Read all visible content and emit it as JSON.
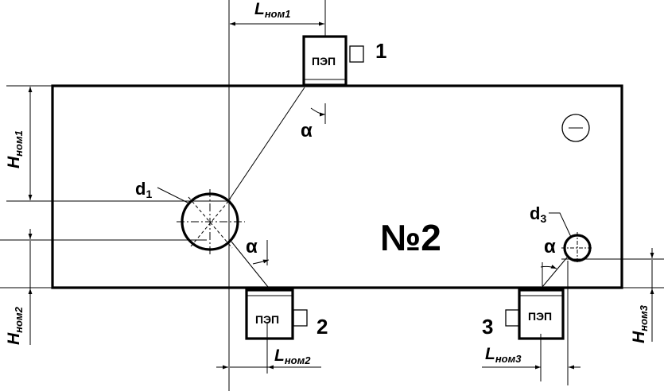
{
  "block_label": "№2",
  "sensor_label": "ПЭП",
  "sensor_numbers": [
    "1",
    "2",
    "3"
  ],
  "angle_symbol": "α",
  "holes": {
    "d1": {
      "base": "d",
      "sub": "1"
    },
    "d3": {
      "base": "d",
      "sub": "3"
    }
  },
  "dimensions": {
    "L1": {
      "base": "L",
      "sub": "ном1"
    },
    "L2": {
      "base": "L",
      "sub": "ном2"
    },
    "L3": {
      "base": "L",
      "sub": "ном3"
    },
    "H1": {
      "base": "H",
      "sub": "ном1"
    },
    "H2": {
      "base": "H",
      "sub": "ном2"
    },
    "H3": {
      "base": "H",
      "sub": "ном3"
    }
  }
}
